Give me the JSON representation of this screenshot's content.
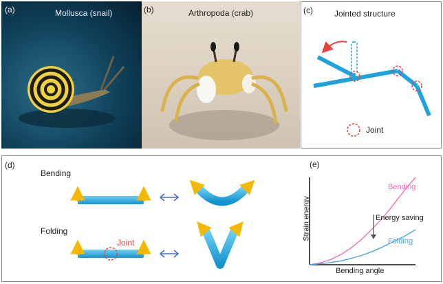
{
  "panels": {
    "a": {
      "tag": "(a)",
      "title": "Mollusca (snail)"
    },
    "b": {
      "tag": "(b)",
      "title": "Arthropoda (crab)"
    },
    "c": {
      "tag": "(c)",
      "title": "Jointed structure",
      "legend": "Joint"
    },
    "d": {
      "tag": "(d)",
      "bending": "Bending",
      "folding": "Folding",
      "joint": "Joint"
    },
    "e": {
      "tag": "(e)"
    }
  },
  "colors": {
    "beam": "#1fa3dc",
    "arrow": "#f5b800",
    "joint": "#e8413b",
    "bend_curve": "#ee6fb4",
    "fold_curve": "#4ba3dc"
  },
  "chart_data": {
    "type": "line",
    "title": "",
    "xlabel": "Bending angle",
    "ylabel": "Strain energy",
    "series": [
      {
        "name": "Bending",
        "x": [
          0,
          0.1,
          0.2,
          0.3,
          0.4,
          0.5,
          0.6,
          0.7,
          0.8,
          0.9,
          1.0
        ],
        "values": [
          0,
          0.02,
          0.06,
          0.12,
          0.2,
          0.3,
          0.42,
          0.55,
          0.7,
          0.86,
          1.0
        ]
      },
      {
        "name": "Folding",
        "x": [
          0,
          0.1,
          0.2,
          0.3,
          0.4,
          0.5,
          0.6,
          0.7,
          0.8,
          0.9,
          1.0
        ],
        "values": [
          0,
          0.01,
          0.025,
          0.045,
          0.075,
          0.11,
          0.155,
          0.21,
          0.27,
          0.33,
          0.4
        ]
      }
    ],
    "annotation": "Energy saving",
    "legend": "inline"
  }
}
